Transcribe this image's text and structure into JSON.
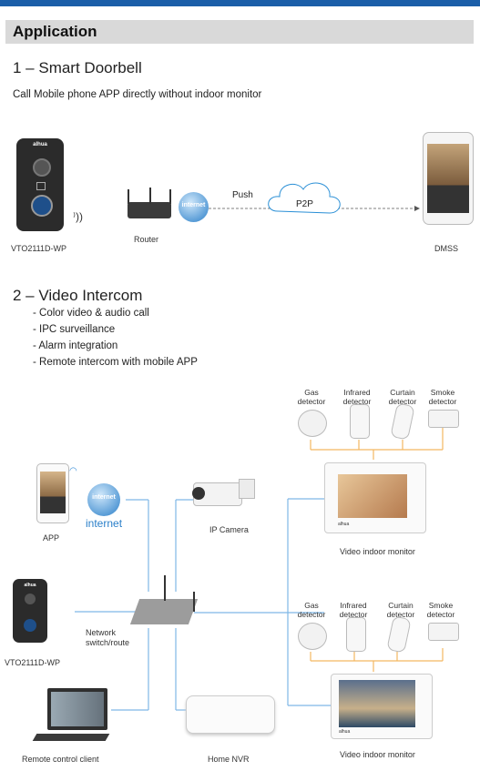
{
  "header": {
    "title": "Application"
  },
  "smart_doorbell": {
    "heading": "1 – Smart Doorbell",
    "description": "Call Mobile phone APP directly without indoor monitor",
    "doorbell_label": "VTO2111D-WP",
    "router_label": "Router",
    "internet_label": "internet",
    "push_label": "Push",
    "p2p_label": "P2P",
    "dmss_label": "DMSS"
  },
  "video_intercom": {
    "heading": "2 – Video Intercom",
    "bullets": [
      "- Color video & audio call",
      "- IPC surveillance",
      "- Alarm integration",
      "- Remote intercom with mobile APP"
    ],
    "detectors_top": [
      {
        "line1": "Gas",
        "line2": "detector"
      },
      {
        "line1": "Infrared",
        "line2": "detector"
      },
      {
        "line1": "Curtain",
        "line2": "detector"
      },
      {
        "line1": "Smoke",
        "line2": "detector"
      }
    ],
    "detectors_bottom": [
      {
        "line1": "Gas",
        "line2": "detector"
      },
      {
        "line1": "Infrared",
        "line2": "detector"
      },
      {
        "line1": "Curtain",
        "line2": "detector"
      },
      {
        "line1": "Smoke",
        "line2": "detector"
      }
    ],
    "app_label": "APP",
    "internet_label": "internet",
    "internet_text": "internet",
    "ip_camera_label": "IP Camera",
    "monitor_label_top": "Video indoor monitor",
    "monitor_label_bottom": "Video indoor monitor",
    "monitor_brand": "alhua",
    "switch_label_1": "Network",
    "switch_label_2": "switch/route",
    "doorbell_label": "VTO2111D-WP",
    "doorbell_brand": "alhua",
    "remote_label": "Remote control client",
    "nvr_label": "Home NVR"
  },
  "colors": {
    "brand_blue": "#1b5ea8",
    "line_blue": "#7fb7e6",
    "line_orange": "#f4b860",
    "header_gray": "#d9d9d9"
  }
}
